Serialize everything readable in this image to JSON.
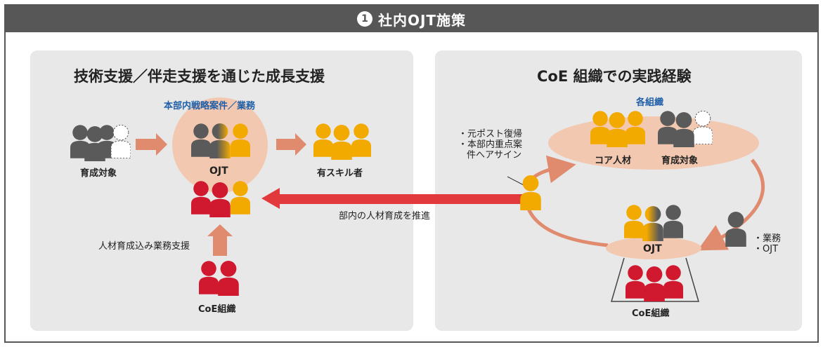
{
  "header": {
    "number": "1",
    "title": "社内OJT施策"
  },
  "left_panel": {
    "title": "技術支援／伴走支援を通じた成長支援",
    "subtitle": "本部内戦略案件／業務",
    "trainee_label": "育成対象",
    "ojt_label": "OJT",
    "skilled_label": "有スキル者",
    "support_label": "人材育成込み業務支援",
    "coe_label": "CoE組織"
  },
  "center_arrow_label": "部内の人材育成を推進",
  "right_panel": {
    "title": "CoE 組織での実践経験",
    "orgs_label": "各組織",
    "core_label": "コア人材",
    "trainee_label": "育成対象",
    "return_note": [
      "・元ポスト復帰",
      "・本部内重点案",
      "件へアサイン"
    ],
    "work_note": [
      "・業務",
      "・OJT"
    ],
    "ojt_label": "OJT",
    "coe_label": "CoE組織"
  },
  "colors": {
    "header_bg": "#575757",
    "panel_bg": "#e8e8e8",
    "orange": "#f2a900",
    "red": "#d0182f",
    "gray": "#5a5a5a",
    "peach": "#f3c8b0",
    "arrow_salmon": "#e08a6e",
    "arrow_red": "#e23a3c",
    "blue_text": "#1f5fa8"
  }
}
